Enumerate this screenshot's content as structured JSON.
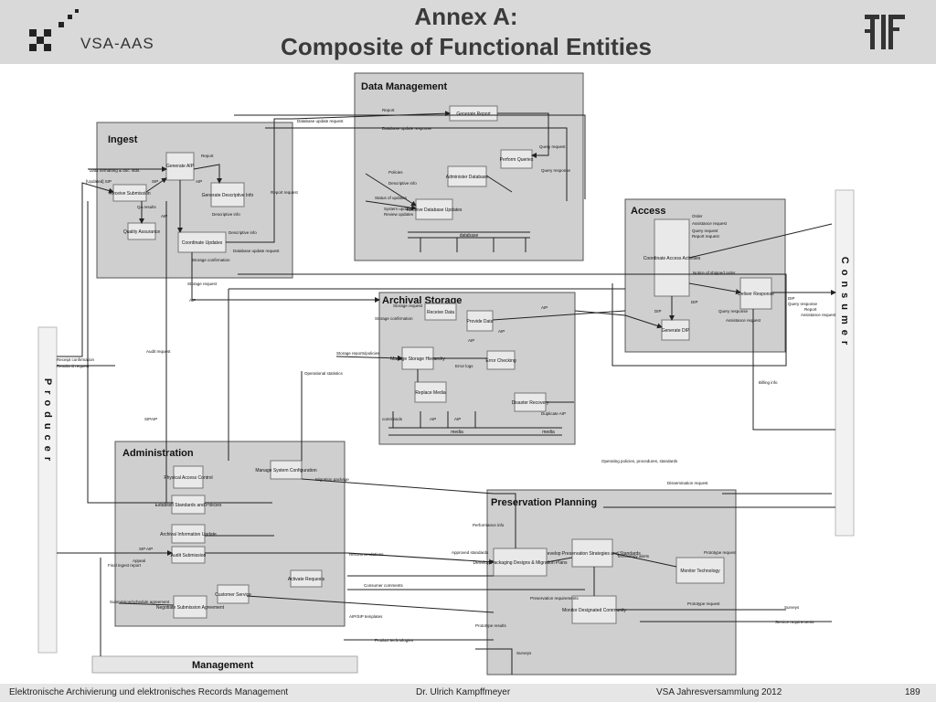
{
  "header": {
    "title_line1": "Annex A:",
    "title_line2": "Composite of Functional Entities",
    "logo_text": "VSA-AAS"
  },
  "diagram": {
    "entities": {
      "data_management": "Data Management",
      "ingest": "Ingest",
      "access": "Access",
      "archival_storage": "Archival Storage",
      "administration": "Administration",
      "preservation_planning": "Preservation Planning",
      "management": "Management",
      "producer": "Producer",
      "consumer": "Consumer"
    },
    "functions": {
      "generate_report": "Generate Report",
      "perform_queries": "Perform Queries",
      "administer_database": "Administer Database",
      "receive_database_updates": "Receive Database Updates",
      "database": "database",
      "generate_aip": "Generate AIP",
      "receive_submission": "Receive Submission",
      "generate_descriptive_info": "Generate Descriptive Info",
      "quality_assurance": "Quality Assurance",
      "coordinate_updates": "Coordinate Updates",
      "coordinate_access_activities": "Coordinate Access Activities",
      "deliver_response": "Deliver Response",
      "generate_dip": "Generate DIP",
      "receive_data": "Receive Data",
      "provide_data": "Provide Data",
      "manage_storage_hierarchy": "Manage Storage Hierarchy",
      "error_checking": "Error Checking",
      "replace_media": "Replace Media",
      "disaster_recovery": "Disaster Recovery",
      "media": "media",
      "physical_access_control": "Physical Access Control",
      "establish_standards": "Establish Standards and Policies",
      "archival_information_update": "Archival Information Update",
      "audit_submission": "Audit Submission",
      "negotiate_submission_agreement": "Negotiate Submission Agreement",
      "customer_service": "Customer Service",
      "activate_requests": "Activate Requests",
      "manage_system_configuration": "Manage System Configuration",
      "develop_preservation_strategies": "Develop Preservation Strategies and Standards",
      "develop_packaging_designs": "Develop Packaging Designs & Migration Plans",
      "monitor_technology": "Monitor Technology",
      "monitor_designated_community": "Monitor Designated Community"
    },
    "flows": {
      "report_request": "Report request",
      "report": "Report",
      "database_update_request": "Database update request",
      "database_update_response": "Database update response",
      "query_request": "Query request",
      "query_response": "Query response",
      "policies": "Policies",
      "descriptive_info": "Descriptive info",
      "status_of_updates": "Status of updates",
      "system_updates": "System updates",
      "review_updates": "Review updates",
      "data_formatting": "Data formatting & doc. stds.",
      "updated_sip": "[Updated] SIP",
      "sip": "SIP",
      "aip": "AIP",
      "qa_results": "QA results",
      "storage_request": "Storage request",
      "storage_confirmation": "Storage confirmation",
      "order": "Order",
      "assistance_request": "Assistance request",
      "dip": "DIP",
      "billing_info": "Billing info",
      "notice_of_shipped_order": "Notice of shipped order",
      "receipt_confirmation": "Receipt confirmation",
      "resubmit_request": "Resubmit request",
      "audit_request": "Audit request",
      "operational_statistics": "Operational statistics",
      "storage_reports": "Storage reports/policies",
      "error_logs": "Error logs",
      "commands": "commands",
      "duplicate_aip": "Duplicate AIP",
      "appeal": "Appeal",
      "final_ingest_report": "Final ingest report",
      "submission_agreement": "Submission/schedule agreement",
      "migration_package": "Migration package",
      "operating_policies": "Operating policies, procedures, standards",
      "dissemination_request": "Dissemination request",
      "approved_standards": "Approved standards",
      "technology_alerts": "Technology alerts",
      "prototype_request": "Prototype request",
      "prototype_results": "Prototype results",
      "surveys": "Surveys",
      "service_requirements": "Service requirements",
      "preservation_requirements": "Preservation requirements",
      "consumer_comments": "Consumer comments",
      "product_technologies": "Product technologies",
      "aip_sip_templates": "AIP/SIP templates",
      "recommendations": "Recommendations",
      "performance_info": "Performance info"
    }
  },
  "footer": {
    "left": "Elektronische Archivierung und elektronisches Records Management",
    "middle": "Dr. Ulrich Kampffmeyer",
    "right": "VSA Jahresversammlung 2012",
    "page": "189"
  }
}
